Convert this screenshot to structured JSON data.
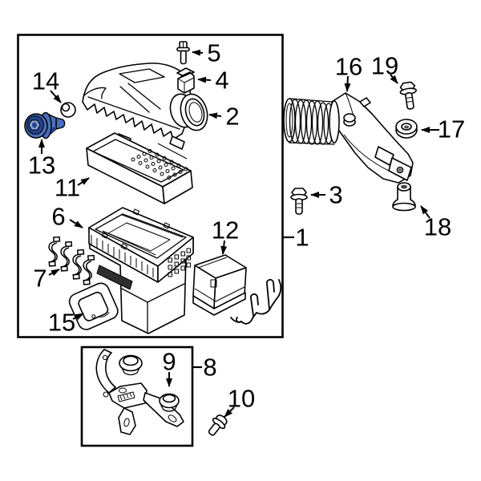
{
  "diagram": {
    "type": "exploded-parts-diagram",
    "highlighted_part": "13",
    "colors": {
      "background": "#ffffff",
      "line": "#000000",
      "highlight": "#4a6fbe",
      "highlight_dark": "#24448c",
      "highlight_light": "#8fa7d9"
    },
    "callouts": {
      "c1": {
        "label": "1"
      },
      "c2": {
        "label": "2"
      },
      "c3": {
        "label": "3"
      },
      "c4": {
        "label": "4"
      },
      "c5": {
        "label": "5"
      },
      "c6": {
        "label": "6"
      },
      "c7": {
        "label": "7"
      },
      "c8": {
        "label": "8"
      },
      "c9": {
        "label": "9"
      },
      "c10": {
        "label": "10"
      },
      "c11": {
        "label": "11"
      },
      "c12": {
        "label": "12"
      },
      "c13": {
        "label": "13"
      },
      "c14": {
        "label": "14"
      },
      "c15": {
        "label": "15"
      },
      "c16": {
        "label": "16"
      },
      "c17": {
        "label": "17"
      },
      "c18": {
        "label": "18"
      },
      "c19": {
        "label": "19"
      }
    }
  }
}
